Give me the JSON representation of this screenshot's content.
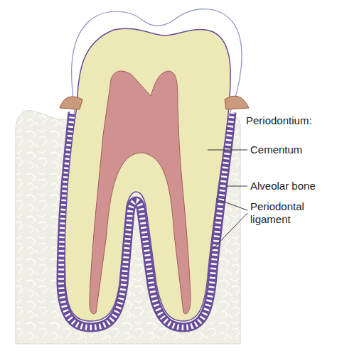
{
  "diagram": {
    "labels": [
      "Periodontium:",
      "Cementum",
      "Alveolar bone",
      "Periodontal ligament"
    ]
  }
}
